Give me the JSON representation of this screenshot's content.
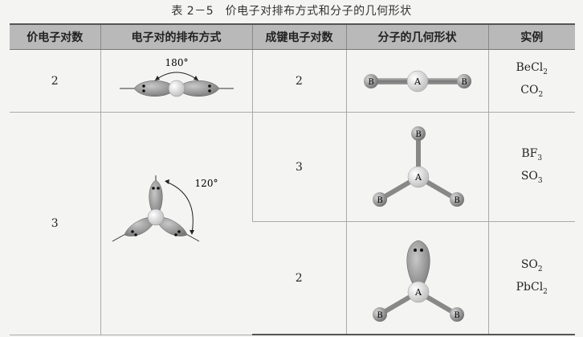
{
  "caption": "表 2－5　价电子对排布方式和分子的几何形状",
  "headers": [
    "价电子对数",
    "电子对的排布方式",
    "成键电子对数",
    "分子的几何形状",
    "实例"
  ],
  "rows": [
    {
      "pairs": "2",
      "angle": "180°",
      "bonding": [
        "2"
      ],
      "examples": [
        [
          {
            "el": "BeCl",
            "sub": "2"
          },
          {
            "el": "CO",
            "sub": "2"
          }
        ]
      ]
    },
    {
      "pairs": "3",
      "angle": "120°",
      "bonding": [
        "3",
        "2"
      ],
      "examples": [
        [
          {
            "el": "BF",
            "sub": "3"
          },
          {
            "el": "SO",
            "sub": "3"
          }
        ],
        [
          {
            "el": "SO",
            "sub": "2"
          },
          {
            "el": "PbCl",
            "sub": "2"
          }
        ]
      ]
    }
  ],
  "atom_labels": {
    "center": "A",
    "outer": "B"
  }
}
